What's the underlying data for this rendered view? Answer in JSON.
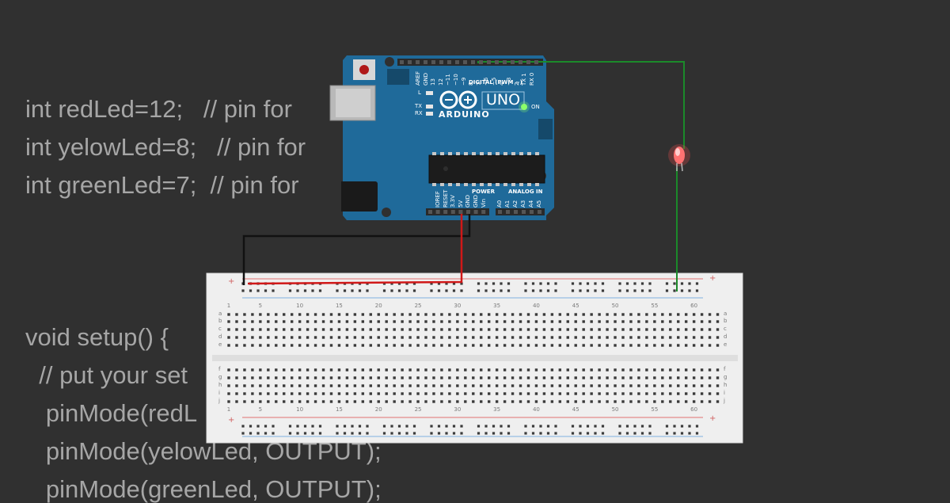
{
  "code": {
    "lines": [
      "int redLed=12;   // pin for",
      "int yelowLed=8;   // pin for",
      "int greenLed=7;  // pin for",
      "",
      "",
      "void setup() {",
      "  // put your set",
      "   pinMode(redL",
      "   pinMode(yelowLed, OUTPUT);",
      "   pinMode(greenLed, OUTPUT);"
    ]
  },
  "arduino": {
    "model": "UNO",
    "brand": "ARDUINO",
    "digital_label": "DIGITAL (PWM ~)",
    "power_label": "POWER",
    "analog_label": "ANALOG IN",
    "led_l": "L",
    "led_tx": "TX",
    "led_rx": "RX",
    "on_label": "ON",
    "digital_pins": [
      "AREF",
      "GND",
      "13",
      "12",
      "~11",
      "~10",
      "~9",
      "8",
      "7",
      "~6",
      "~5",
      "4",
      "~3",
      "2",
      "TX 1",
      "RX 0"
    ],
    "power_pins": [
      "IOREF",
      "RESET",
      "3.3V",
      "5V",
      "GND",
      "GND",
      "Vin"
    ],
    "analog_pins": [
      "A0",
      "A1",
      "A2",
      "A3",
      "A4",
      "A5"
    ]
  },
  "breadboard": {
    "column_numbers": [
      "1",
      "5",
      "10",
      "15",
      "20",
      "25",
      "30",
      "35",
      "40",
      "45",
      "50",
      "55",
      "60"
    ],
    "rows_top": [
      "a",
      "b",
      "c",
      "d",
      "e"
    ],
    "rows_bottom": [
      "f",
      "g",
      "h",
      "i",
      "j"
    ],
    "plus": "+",
    "minus": "-"
  },
  "colors": {
    "background": "#303030",
    "code_text": "#a6a6a6",
    "board_blue": "#1f6a9a",
    "wire_black": "#111111",
    "wire_red": "#d01818",
    "wire_green": "#1b8a2a",
    "led_red": "#ff5050",
    "on_led": "#8dff6a"
  }
}
